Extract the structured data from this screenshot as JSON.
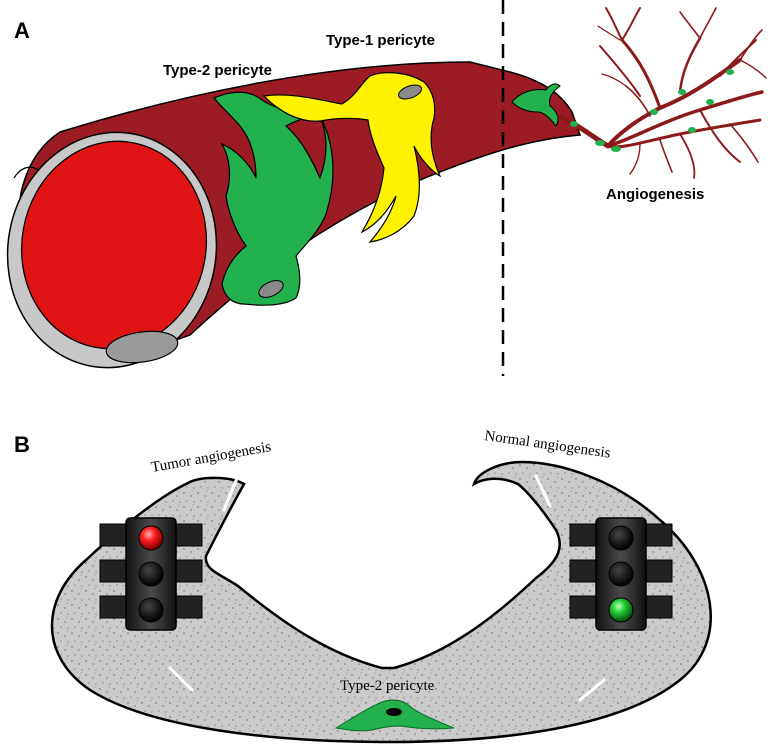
{
  "panel_a": {
    "letter": "A",
    "type2_label": "Type-2 pericyte",
    "type1_label": "Type-1 pericyte",
    "angiogenesis_label": "Angiogenesis"
  },
  "panel_b": {
    "letter": "B",
    "tumor_label": "Tumor angiogenesis",
    "normal_label": "Normal angiogenesis",
    "pericyte_label": "Type-2 pericyte",
    "left_light": {
      "active": "red"
    },
    "right_light": {
      "active": "green"
    }
  },
  "colors": {
    "vessel": "#9b1c24",
    "lumen": "#e01414",
    "wall": "#c8c8c8",
    "type2": "#22b14c",
    "type1": "#fff200",
    "road": "#c9c9c9",
    "red_light": "#ff2020",
    "green_light": "#22cc33"
  }
}
